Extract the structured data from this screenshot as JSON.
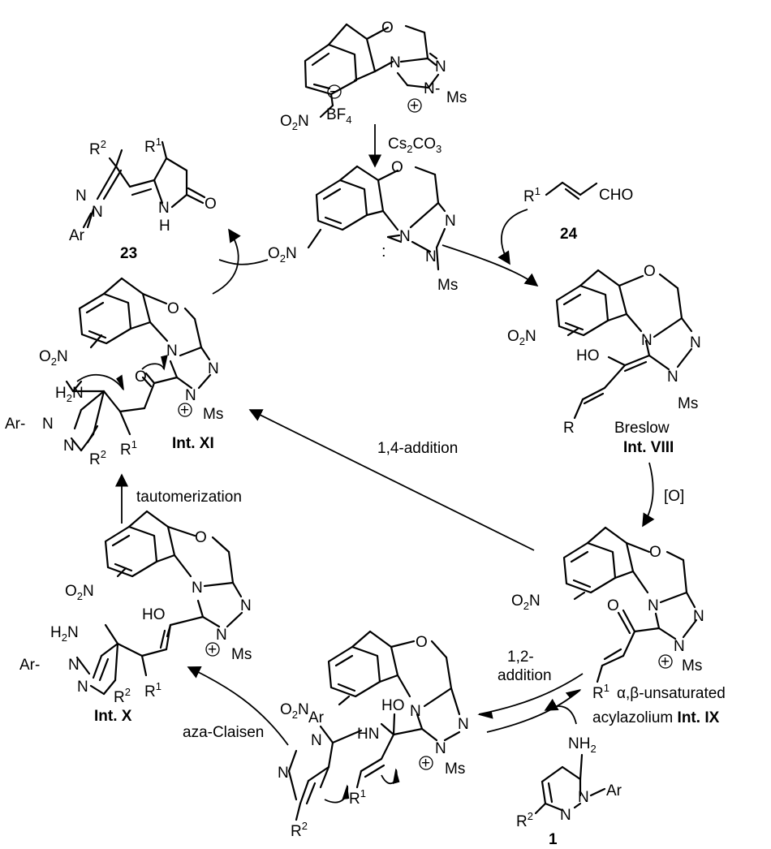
{
  "precatalyst": {
    "o": "O",
    "n_ring": "N",
    "n2": "N",
    "n_ms": "N",
    "ms": "Ms",
    "plus": "+",
    "minus": "−",
    "bf4": "BF",
    "bf4_sub": "4",
    "o2n": "O",
    "o2n_sub": "2",
    "o2n_n": "N"
  },
  "reagents": {
    "base": "Cs",
    "base_sub1": "2",
    "base_co": "CO",
    "base_sub2": "3",
    "oxidant": "[O]"
  },
  "compound24": {
    "r1": "R",
    "r1_sup": "1",
    "cho": "CHO",
    "label": "24"
  },
  "compound23": {
    "r2": "R",
    "r2_sup": "2",
    "r1": "R",
    "r1_sup": "1",
    "n1": "N",
    "n2": "N",
    "ar": "Ar",
    "nh_n": "N",
    "nh_h": "H",
    "o": "O",
    "label": "23"
  },
  "compound1": {
    "nh2": "NH",
    "nh2_sub": "2",
    "n1": "N",
    "n2": "N",
    "ar": "Ar",
    "r2": "R",
    "r2_sup": "2",
    "label": "1"
  },
  "intermediates": {
    "breslow_line1": "Breslow",
    "breslow_line2": "Int. VIII",
    "ix_line1": "α,β-unsaturated",
    "ix_line2a": "acylazolium ",
    "ix_line2b": "Int. IX",
    "xi": "Int. XI",
    "x": "Int. X",
    "ho": "HO",
    "hn": "HN",
    "h2n": "H",
    "h2n_sub": "2",
    "h2n_n": "N",
    "nh2_label": "NH",
    "nh2_sub": "2",
    "r": "R",
    "r1": "R",
    "r1_sup": "1",
    "r2": "R",
    "r2_sup": "2",
    "ar": "Ar",
    "o": "O",
    "n": "N",
    "ms": "Ms",
    "plus": "+"
  },
  "steps": {
    "add14": "1,4-addition",
    "add12_line1": "1,2-",
    "add12_line2": "addition",
    "tautomerization": "tautomerization",
    "aza_claisen": "aza-Claisen"
  }
}
